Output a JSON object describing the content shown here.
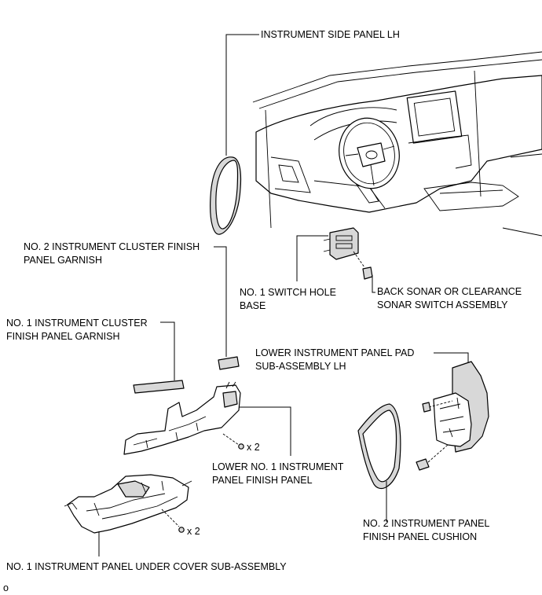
{
  "labels": {
    "side_panel": "INSTRUMENT SIDE PANEL LH",
    "cluster2_l1": "NO. 2 INSTRUMENT CLUSTER FINISH",
    "cluster2_l2": "PANEL GARNISH",
    "switch_base_l1": "NO. 1 SWITCH HOLE",
    "switch_base_l2": "BASE",
    "sonar_l1": "BACK SONAR OR CLEARANCE",
    "sonar_l2": "SONAR SWITCH ASSEMBLY",
    "cluster1_l1": "NO. 1 INSTRUMENT CLUSTER",
    "cluster1_l2": "FINISH PANEL GARNISH",
    "pad_l1": "LOWER INSTRUMENT PANEL PAD",
    "pad_l2": "SUB-ASSEMBLY LH",
    "lower_finish_l1": "LOWER NO. 1 INSTRUMENT",
    "lower_finish_l2": "PANEL FINISH PANEL",
    "cushion_l1": "NO. 2 INSTRUMENT PANEL",
    "cushion_l2": "FINISH PANEL CUSHION",
    "under_cover": "NO. 1 INSTRUMENT PANEL UNDER COVER SUB-ASSEMBLY",
    "qty_finish": "x 2",
    "qty_cover": "x 2",
    "figure_ref": "o"
  }
}
